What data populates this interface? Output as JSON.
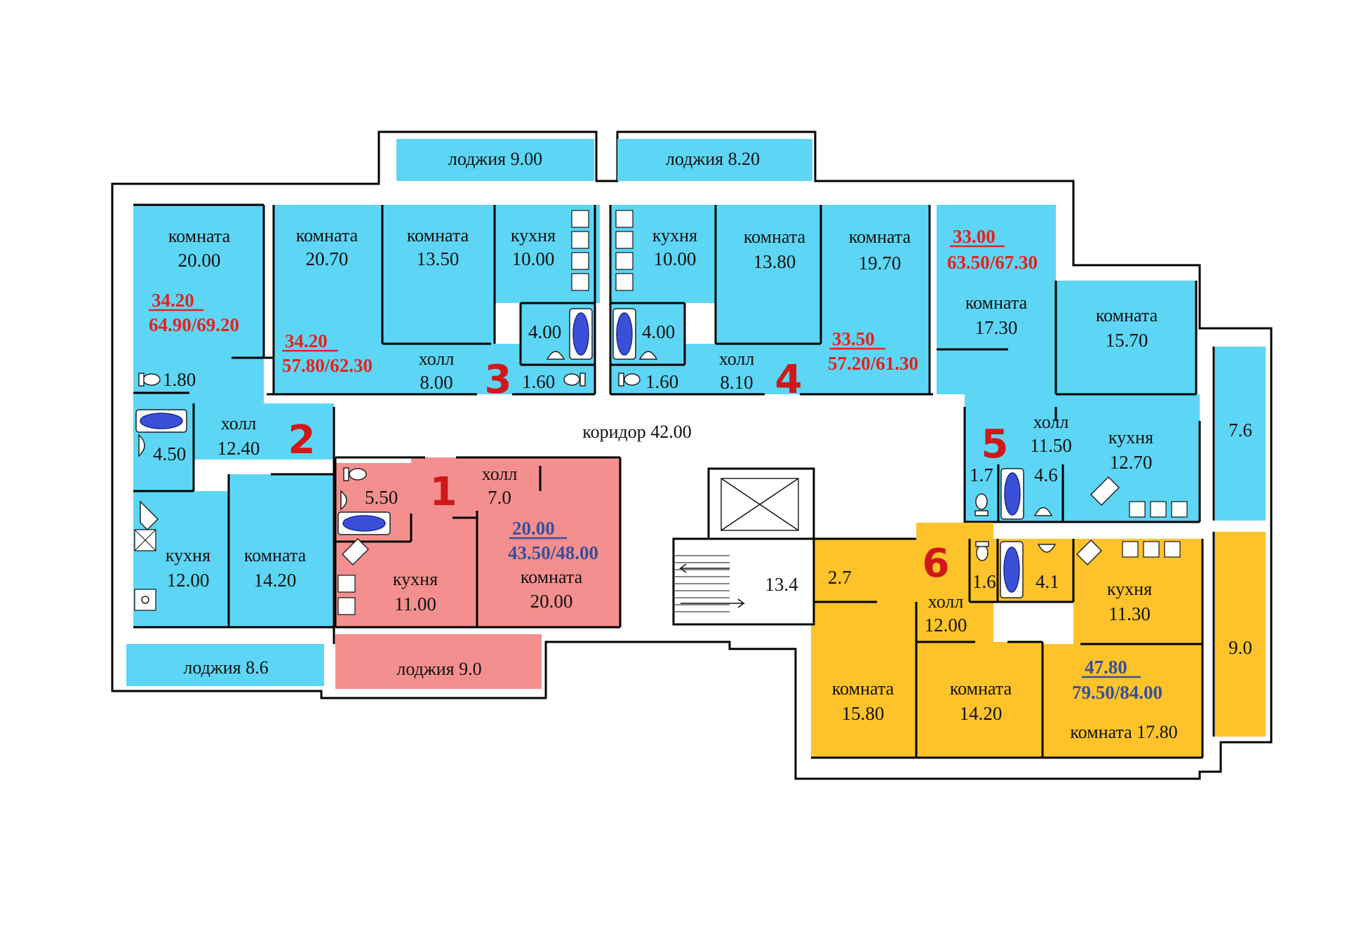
{
  "colors": {
    "cyan": "#5dd6f5",
    "pink": "#f48f8f",
    "yellow": "#fec32a",
    "red_text": "#e8201c",
    "blue_text": "#3a4f9a",
    "number_red": "#d01818"
  },
  "apartments": {
    "a1": {
      "number": "1",
      "living": "20.00",
      "totals": "43.50/48.00",
      "rooms": {
        "bath": "5.50",
        "hall_name": "холл",
        "hall_num": "7.0",
        "kitchen_name": "кухня",
        "kitchen_num": "11.00",
        "room_name": "комната",
        "room_num": "20.00",
        "loggia": "лоджия 9.0"
      }
    },
    "a2": {
      "number": "2",
      "living": "34.20",
      "totals": "64.90/69.20",
      "rooms": {
        "room1_name": "комната",
        "room1_num": "20.00",
        "wc": "1.80",
        "bath": "4.50",
        "hall_name": "холл",
        "hall_num": "12.40",
        "kitchen_name": "кухня",
        "kitchen_num": "12.00",
        "room2_name": "комната",
        "room2_num": "14.20",
        "loggia": "лоджия 8.6"
      }
    },
    "a3": {
      "number": "3",
      "living": "34.20",
      "totals": "57.80/62.30",
      "rooms": {
        "room1_name": "комната",
        "room1_num": "20.70",
        "room2_name": "комната",
        "room2_num": "13.50",
        "kitchen_name": "кухня",
        "kitchen_num": "10.00",
        "bath": "4.00",
        "wc": "1.60",
        "hall_name": "холл",
        "hall_num": "8.00",
        "loggia": "лоджия 9.00"
      }
    },
    "a4": {
      "number": "4",
      "living": "33.50",
      "totals": "57.20/61.30",
      "rooms": {
        "kitchen_name": "кухня",
        "kitchen_num": "10.00",
        "room1_name": "комната",
        "room1_num": "13.80",
        "room2_name": "комната",
        "room2_num": "19.70",
        "bath": "4.00",
        "wc": "1.60",
        "hall_name": "холл",
        "hall_num": "8.10",
        "loggia": "лоджия  8.20"
      }
    },
    "a5": {
      "number": "5",
      "living": "33.00",
      "totals": "63.50/67.30",
      "rooms": {
        "room1_name": "комната",
        "room1_num": "17.30",
        "room2_name": "комната",
        "room2_num": "15.70",
        "hall_name": "холл",
        "hall_num": "11.50",
        "kitchen_name": "кухня",
        "kitchen_num": "12.70",
        "wc": "1.7",
        "bath": "4.6",
        "loggia": "7.6"
      }
    },
    "a6": {
      "number": "6",
      "living": "47.80",
      "totals": "79.50/84.00",
      "rooms": {
        "storage": "2.7",
        "wc": "1.6",
        "bath": "4.1",
        "hall_name": "холл",
        "hall_num": "12.00",
        "kitchen_name": "кухня",
        "kitchen_num": "11.30",
        "room1_name": "комната",
        "room1_num": "15.80",
        "room2_name": "комната",
        "room2_num": "14.20",
        "room3": "комната 17.80",
        "loggia": "9.0"
      }
    }
  },
  "common": {
    "corridor": "коридор 42.00",
    "stair": "13.4"
  }
}
